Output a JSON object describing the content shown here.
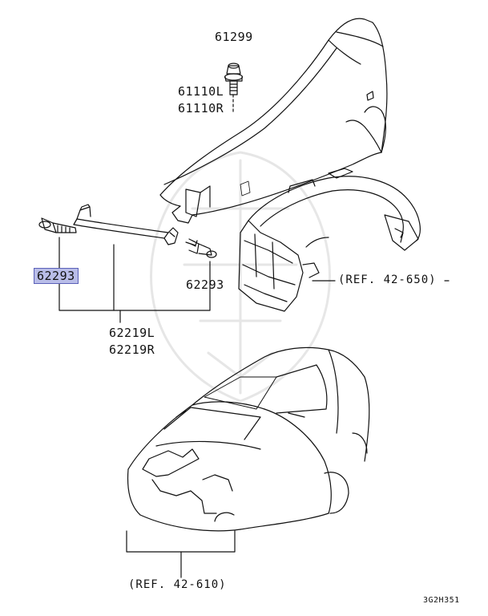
{
  "parts": {
    "bolt_fender": "61299",
    "fender_left": "61110L",
    "fender_right": "61110R",
    "bolt_selected": "62293",
    "bolt_right": "62293",
    "bracket_left": "62219L",
    "bracket_right": "62219R"
  },
  "refs": {
    "splash_shield": "(REF. 42-650)",
    "vehicle_body": "(REF. 42-610)"
  },
  "diagram_code": "3G2H351",
  "colors": {
    "highlight": "#b9bde8",
    "line": "#111111"
  }
}
